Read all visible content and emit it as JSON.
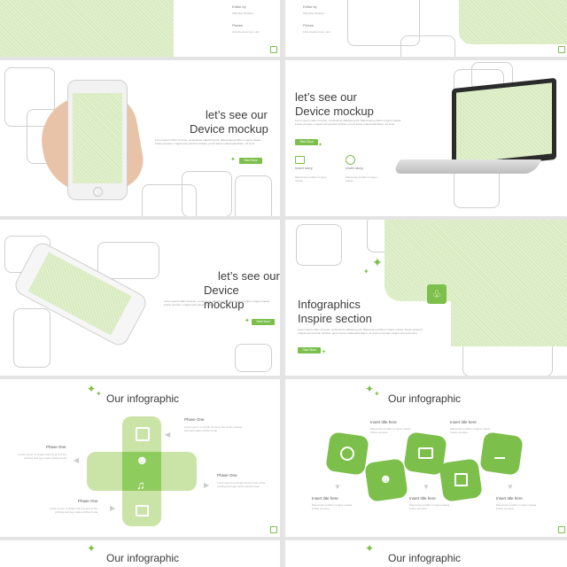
{
  "slide1": {
    "editor_label": "Editor by",
    "editor_name": "Wiliyvilas Strattion",
    "places_label": "Places",
    "places_value": "Ultra Nuansa Usp, Hoh"
  },
  "slide2": {
    "editor_label": "Editor by",
    "editor_name": "Wiliyvilas Strattion",
    "places_label": "Places",
    "places_value": "Ultra Nuansa Usp, Hoh"
  },
  "mockup_a": {
    "title_line1": "let’s see our",
    "title_line2": "Device mockup",
    "body": "Lorem ipsum dolor sit amet, consectetur adipiscing elit. Maecenas porttitor congue massa. Fusce posuere, magna sed pulvinar ultricies, purus lectus malesuada libero, sit amet",
    "button": "Start Now"
  },
  "mockup_b": {
    "title_line1": "let’s see our",
    "title_line2": "Device mockup",
    "body": "Lorem ipsum dolor sit amet, consectetur adipiscing elit. Maecenas porttitor congue massa. Fusce posuere, magna sed pulvinar ultricies, purus lectus malesuada libero, sit amet",
    "button": "Start Now",
    "feature1_title": "Insert story",
    "feature1_text": "Maecenas porttitor congue massa",
    "feature2_title": "Insert story",
    "feature2_text": "Maecenas porttitor congue massa"
  },
  "mockup_c": {
    "title_line1": "let’s see our",
    "title_line2": "Device mockup",
    "body": "Lorem ipsum dolor sit amet, consectetur adipiscing elit. Maecenas porttitor congue massa. Fusce posuere, magna sed pulvinar ultricies",
    "button": "Start Now"
  },
  "infographics_section": {
    "title_line1": "Infographics",
    "title_line2": "Inspire section",
    "body": "Lorem ipsum dolor sit amet, consectetur adipiscing elit. Maecenas porttitor congue massa. Fusce posuere, magna sed pulvinar ultricies, purus lectus malesuada libero, sit amet commodo magna eros quis urna.",
    "button": "Start Now"
  },
  "infographic_cross": {
    "title": "Our infographic",
    "phases": [
      {
        "title": "Phase One",
        "text": "Lorem ipsum is simply dummy text of the printing and type setter pitcher book"
      },
      {
        "title": "Phase One",
        "text": "Lorem ipsum is simply dummy text of the printing and type setter pitcher book"
      },
      {
        "title": "Phase One",
        "text": "Lorem ipsum is simply dummy text of the printing and type setter pitcher book"
      },
      {
        "title": "Phase One",
        "text": "Lorem ipsum is simply dummy text of the printing and type setter pitcher book"
      }
    ]
  },
  "infographic_puzzle": {
    "title": "Our infographic",
    "items": [
      {
        "title": "Insert title here",
        "text": "Maecenas porttitor congue massa Fusce posuere"
      },
      {
        "title": "Insert title here",
        "text": "Maecenas porttitor congue massa Fusce posuere"
      },
      {
        "title": "Insert title here",
        "text": "Maecenas porttitor congue massa Fusce posuere"
      },
      {
        "title": "Insert title here",
        "text": "Maecenas porttitor congue massa Fusce posuere"
      },
      {
        "title": "Insert title here",
        "text": "Maecenas porttitor congue massa Fusce posuere"
      }
    ]
  },
  "bottom_left": {
    "title": "Our infographic"
  },
  "bottom_right": {
    "title": "Our infographic"
  },
  "colors": {
    "accent": "#7cbf4b",
    "light_green": "#d8ebbf",
    "gray_outline": "#cfcfcf"
  }
}
